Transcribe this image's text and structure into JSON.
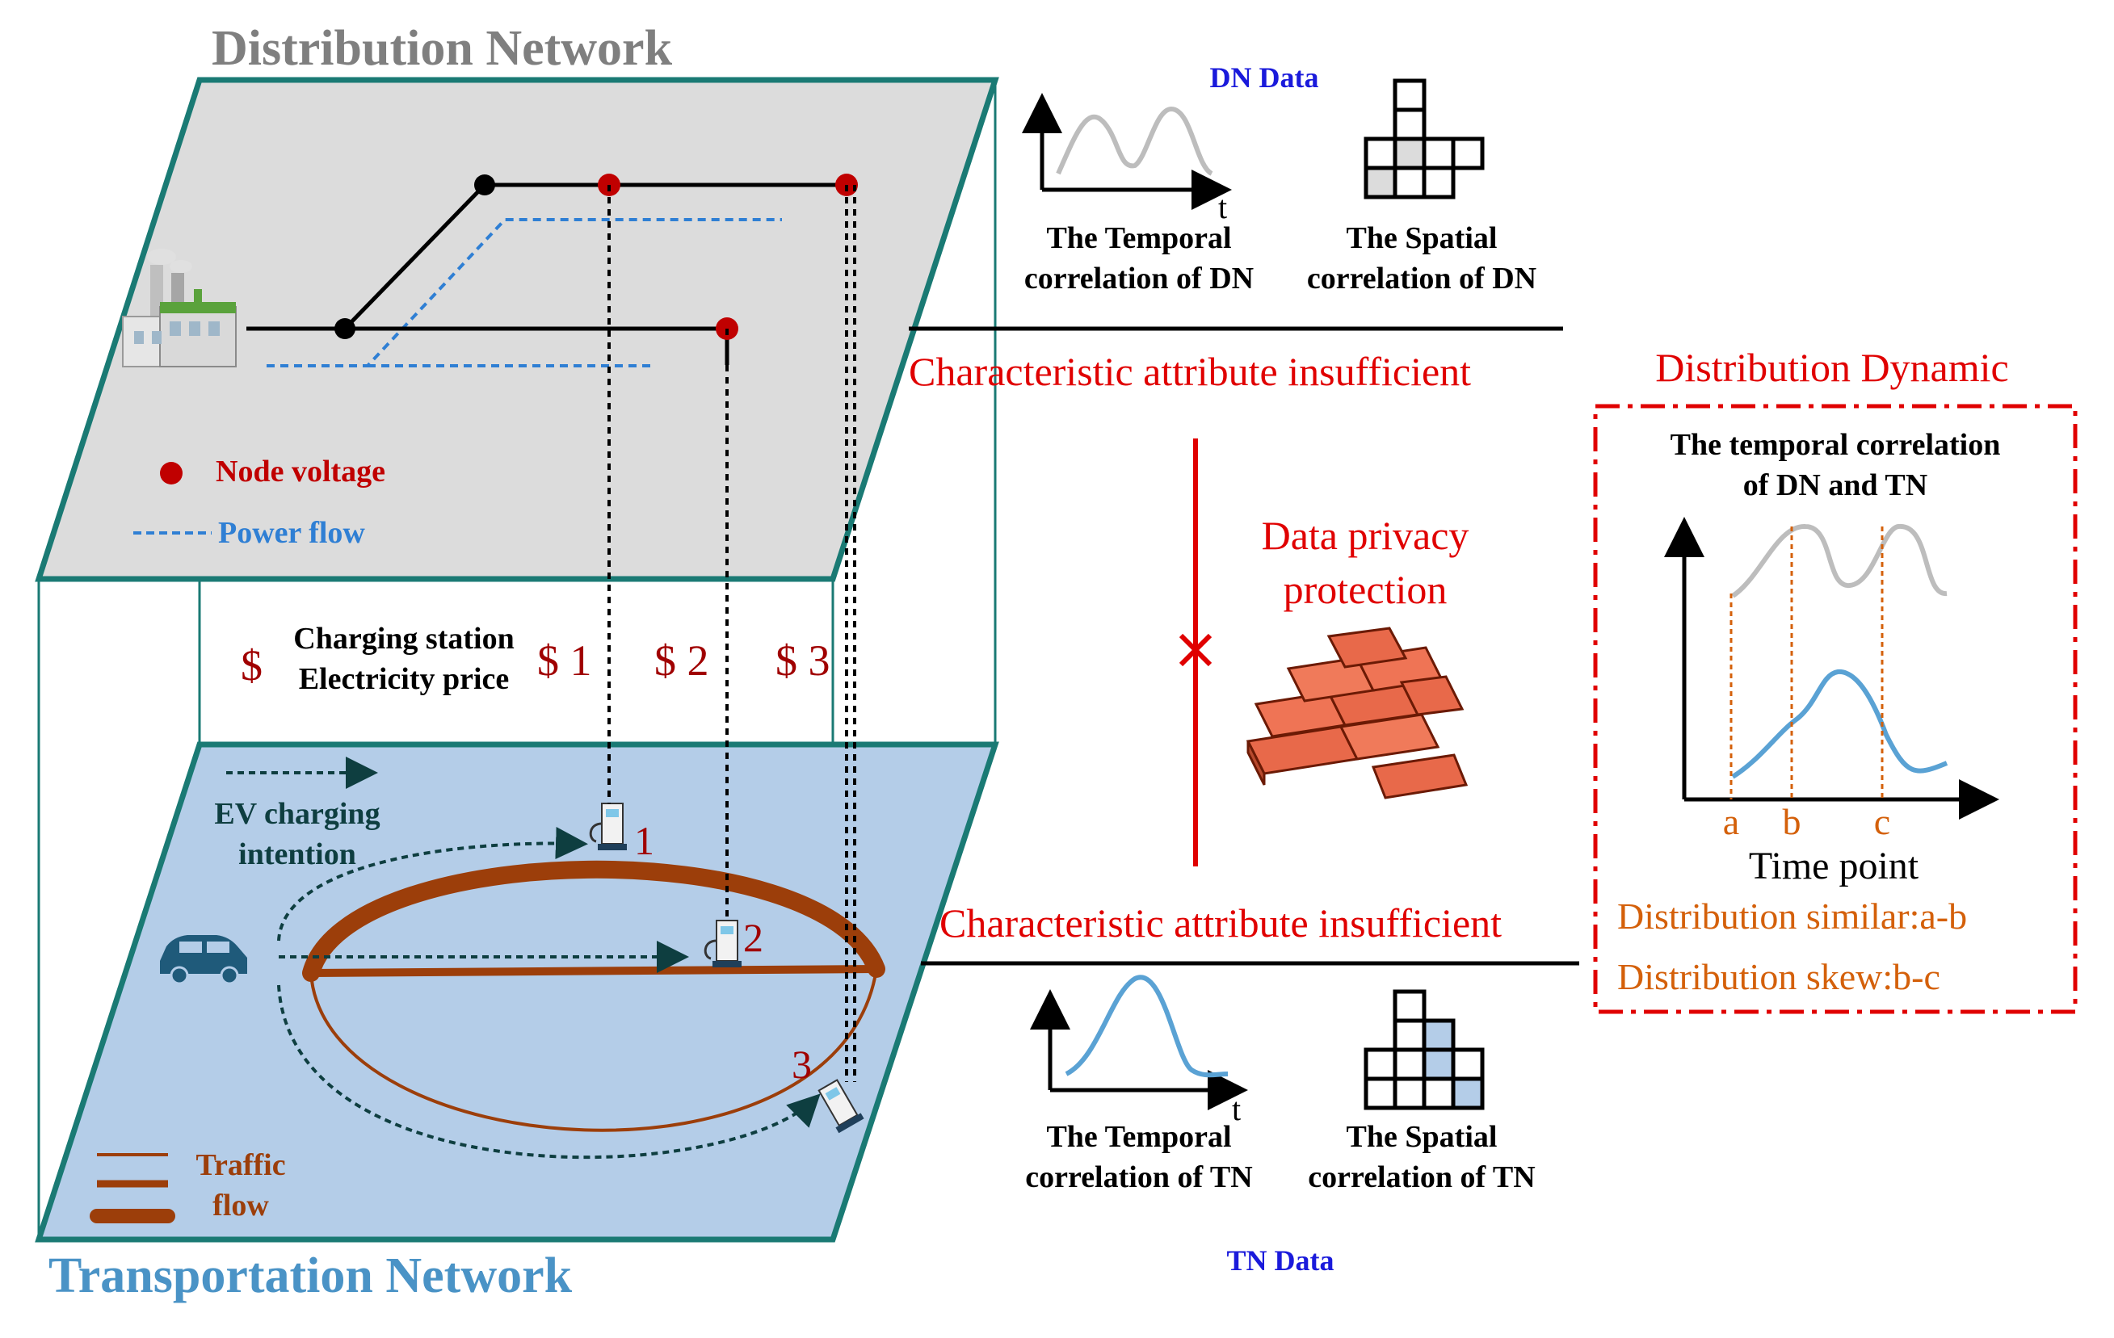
{
  "distribution_network": {
    "title": "Distribution Network",
    "legend_node_voltage": "Node voltage",
    "legend_power_flow": "Power flow"
  },
  "transportation_network": {
    "title": "Transportation Network",
    "ev_intention_line1": "EV charging",
    "ev_intention_line2": "intention",
    "traffic_flow_line1": "Traffic",
    "traffic_flow_line2": "flow",
    "station_labels": [
      "1",
      "2",
      "3"
    ]
  },
  "price": {
    "symbol": "$",
    "label_line1": "Charging station",
    "label_line2": "Electricity price",
    "items": [
      "$ 1",
      "$ 2",
      "$ 3"
    ]
  },
  "dn_data": {
    "title": "DN Data",
    "axis_t": "t",
    "temporal_line1": "The Temporal",
    "temporal_line2": "correlation of DN",
    "spatial_line1": "The Spatial",
    "spatial_line2": "correlation of DN"
  },
  "tn_data": {
    "title": "TN Data",
    "axis_t": "t",
    "temporal_line1": "The Temporal",
    "temporal_line2": "correlation of TN",
    "spatial_line1": "The Spatial",
    "spatial_line2": "correlation of TN"
  },
  "middle": {
    "insufficient_top": "Characteristic attribute insufficient",
    "insufficient_bottom": "Characteristic attribute insufficient",
    "privacy_line1": "Data privacy",
    "privacy_line2": "protection"
  },
  "dynamic": {
    "title": "Distribution Dynamic",
    "box_title_line1": "The temporal correlation",
    "box_title_line2": "of DN and TN",
    "ticks": [
      "a",
      "b",
      "c"
    ],
    "xlabel": "Time point",
    "similar": "Distribution similar:a-b",
    "skew": "Distribution skew:b-c"
  },
  "colors": {
    "teal": "#1a7a74",
    "red": "#e00000",
    "dark_red": "#a00000",
    "blue_text": "#1a1adb",
    "steel_blue": "#3d8fc4",
    "orange": "#d4600a",
    "brown": "#9c3e0a",
    "dn_plane": "#dcdcdc",
    "tn_plane": "#b4cde8"
  }
}
